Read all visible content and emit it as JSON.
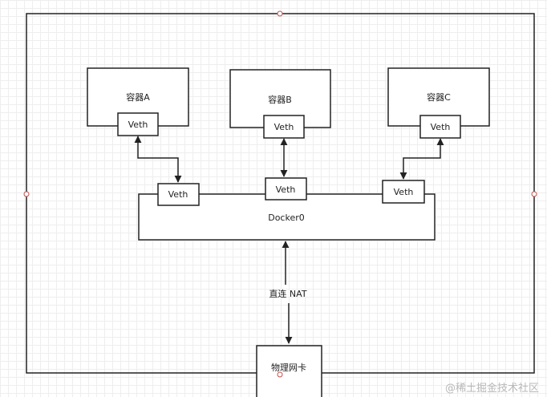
{
  "containers": {
    "a": {
      "label": "容器A",
      "veth": "Veth"
    },
    "b": {
      "label": "容器B",
      "veth": "Veth"
    },
    "c": {
      "label": "容器C",
      "veth": "Veth"
    }
  },
  "bridge": {
    "label": "Docker0",
    "veth_left": "Veth",
    "veth_mid": "Veth",
    "veth_right": "Veth"
  },
  "link": {
    "label": "直连 NAT"
  },
  "nic": {
    "label": "物理网卡"
  },
  "watermark": "@稀土掘金技术社区",
  "colors": {
    "stroke": "#222222",
    "handle": "#c0504d",
    "grid": "#eeeeee"
  }
}
